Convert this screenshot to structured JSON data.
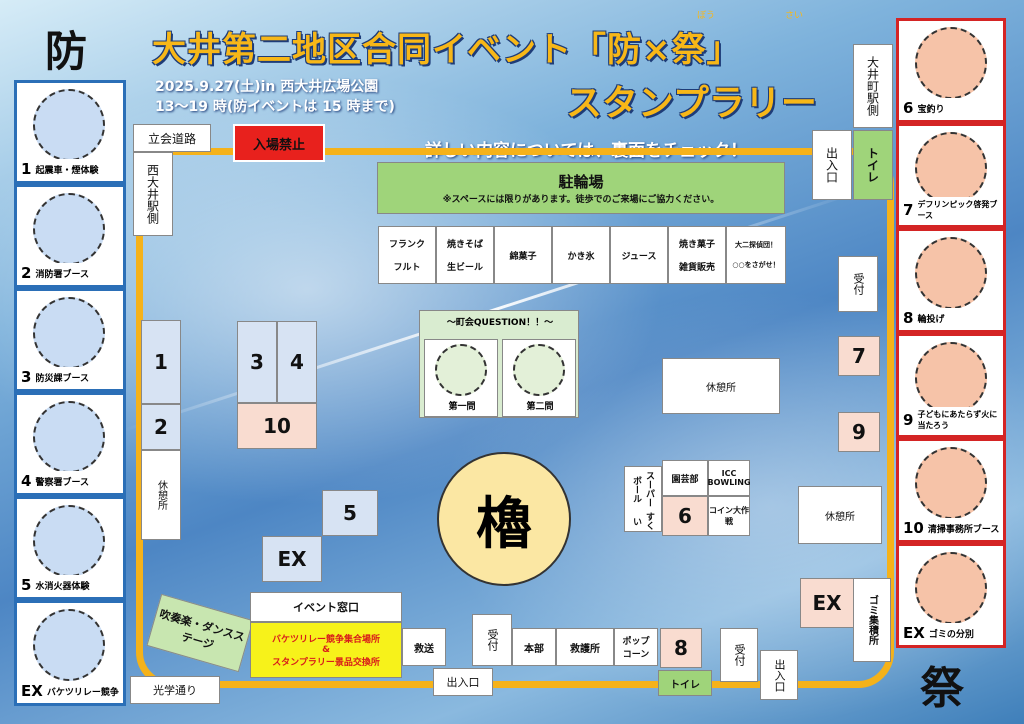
{
  "header": {
    "title_line1": "大井第二地区合同イベント「防×祭」",
    "title_line2": "スタンプラリー",
    "date_place": "2025.9.27(土)in 西大井広場公園",
    "hours": "13～19 時(防イベントは 15 時まで)",
    "detail_note": "詳しい内容については、裏面をチェック！",
    "ruby_left": "ぼう",
    "ruby_right": "さい"
  },
  "corners": {
    "top_left": "防",
    "bottom_right": "祭"
  },
  "left_stamps": [
    {
      "num": "1",
      "label": "起震車・煙体験"
    },
    {
      "num": "2",
      "label": "消防署ブース"
    },
    {
      "num": "3",
      "label": "防災課ブース"
    },
    {
      "num": "4",
      "label": "警察署ブース"
    },
    {
      "num": "5",
      "label": "水消火器体験"
    },
    {
      "num": "EX",
      "label": "バケツリレー競争"
    }
  ],
  "right_stamps": [
    {
      "num": "6",
      "label": "宝釣り"
    },
    {
      "num": "7",
      "label": "デフリンピック啓発ブース"
    },
    {
      "num": "8",
      "label": "輪投げ"
    },
    {
      "num": "9",
      "label": "子どもにあたらず火に当たろう"
    },
    {
      "num": "10",
      "label": "清掃事務所ブース"
    },
    {
      "num": "EX",
      "label": "ゴミの分別"
    }
  ],
  "map": {
    "road_top": "立会道路",
    "station_left": "西大井駅側",
    "no_entry": "入場禁止",
    "station_right": "大井町駅側",
    "exit_top": "出入口",
    "toilet_top": "トイレ",
    "parking_title": "駐輪場",
    "parking_note": "※スペースには限りがあります。徒歩でのご来場にご協力ください。",
    "stalls": [
      {
        "top": "フランク",
        "bottom": "フルト"
      },
      {
        "top": "焼きそば",
        "bottom": "生ビール"
      },
      {
        "top": "綿菓子",
        "bottom": ""
      },
      {
        "top": "かき氷",
        "bottom": ""
      },
      {
        "top": "ジュース",
        "bottom": ""
      },
      {
        "top": "焼き菓子",
        "bottom": "雑貨販売"
      },
      {
        "top": "大二探偵団！",
        "bottom": "○○をさがせ！"
      }
    ],
    "question_title": "～町会QUESTION！！～",
    "q1": "第一問",
    "q2": "第二問",
    "reception_right": "受付",
    "rest1": "休憩所",
    "rest2": "休憩所",
    "rest3": "休憩所",
    "yagura": "櫓",
    "b1": "1",
    "b2": "2",
    "b3": "3",
    "b4": "4",
    "b10": "10",
    "b5": "5",
    "bEX_left": "EX",
    "b6": "6",
    "b7": "7",
    "b9": "9",
    "b8": "8",
    "bEX_right": "EX",
    "superball": "スーパーボール",
    "sukui": "すくい",
    "engei": "園芸部",
    "icc": "ICC BOWLING",
    "coin": "コイン大作戦",
    "garbage": "ゴミ集積所",
    "stage": "吹奏楽・ダンスステージ",
    "event_window": "イベント窓口",
    "yellow_line1": "バケツリレー競争集合場所",
    "yellow_amp": "&",
    "yellow_line2": "スタンプラリー景品交換所",
    "kyuso": "救送",
    "reception_bottom": "受付",
    "honbu": "本部",
    "kyugo": "救護所",
    "popcorn_top": "ポップ",
    "popcorn_bottom": "コーン",
    "toilet_bottom": "トイレ",
    "exit_bottom": "出入口",
    "reception_bottom_right": "受付",
    "exit_bottom_right": "出入口",
    "road_bottom": "光学通り"
  },
  "colors": {
    "ring": "#f5b21a",
    "left_border": "#2b6fb7",
    "right_border": "#d42424",
    "parking": "#9fd47a",
    "no_entry": "#e8211d",
    "yellow": "#f7f21a"
  }
}
